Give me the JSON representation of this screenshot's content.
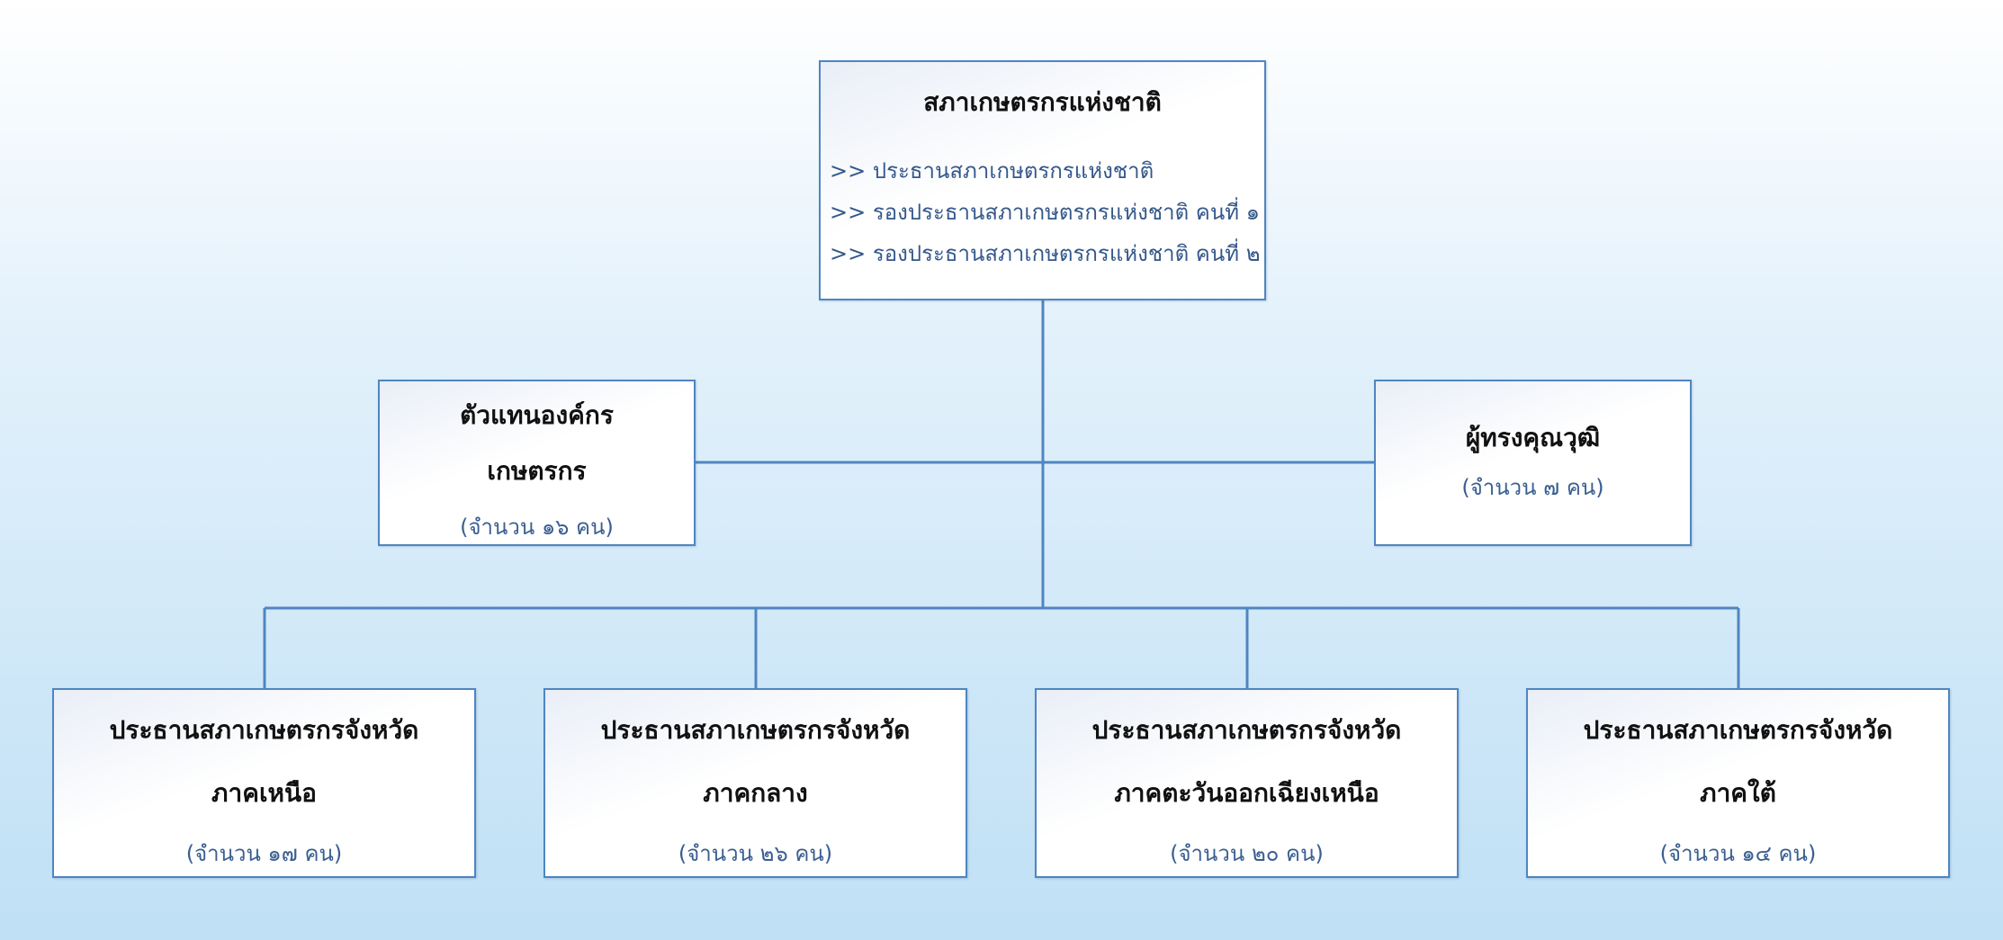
{
  "national": {
    "title": "สภาเกษตรกรแห่งชาติ",
    "roles": [
      ">> ประธานสภาเกษตรกรแห่งชาติ",
      ">> รองประธานสภาเกษตรกรแห่งชาติ คนที่ ๑",
      ">> รองประธานสภาเกษตรกรแห่งชาติ คนที่ ๒"
    ]
  },
  "farmer_org": {
    "title_line1": "ตัวแทนองค์กร",
    "title_line2": "เกษตรกร",
    "count": "(จำนวน ๑๖ คน)"
  },
  "experts": {
    "title": "ผู้ทรงคุณวุฒิ",
    "count": "(จำนวน ๗ คน)"
  },
  "regions": [
    {
      "line1": "ประธานสภาเกษตรกรจังหวัด",
      "line2": "ภาคเหนือ",
      "count": "(จำนวน ๑๗ คน)"
    },
    {
      "line1": "ประธานสภาเกษตรกรจังหวัด",
      "line2": "ภาคกลาง",
      "count": "(จำนวน ๒๖ คน)"
    },
    {
      "line1": "ประธานสภาเกษตรกรจังหวัด",
      "line2": "ภาคตะวันออกเฉียงเหนือ",
      "count": "(จำนวน ๒๐ คน)"
    },
    {
      "line1": "ประธานสภาเกษตรกรจังหวัด",
      "line2": "ภาคใต้",
      "count": "(จำนวน ๑๔ คน)"
    }
  ],
  "colors": {
    "line": "#4f86c0",
    "box_border": "#4f86c0",
    "count_text": "#3a5f91"
  }
}
